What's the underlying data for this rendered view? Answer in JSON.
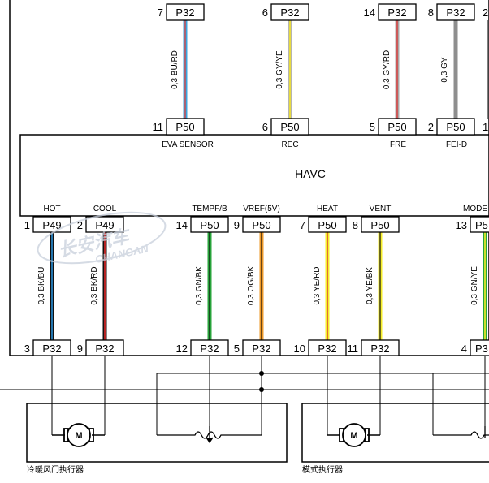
{
  "module": {
    "name": "HAVC",
    "top_signals": [
      "EVA SENSOR",
      "REC",
      "FRE",
      "FEI-D"
    ],
    "bottom_signals": [
      "HOT",
      "COOL",
      "TEMPF/B",
      "VREF(5V)",
      "HEAT",
      "VENT",
      "MODE"
    ]
  },
  "top_wires": [
    {
      "p32_pin": "7",
      "p32": "P32",
      "p50_pin": "11",
      "p50": "P50",
      "label": "0,3 BU/RD",
      "colors": [
        "#3aa6df",
        "#d64545"
      ]
    },
    {
      "p32_pin": "6",
      "p32": "P32",
      "p50_pin": "6",
      "p50": "P50",
      "label": "0,3 GY/YE",
      "colors": [
        "#b4b4b4",
        "#f2e324"
      ]
    },
    {
      "p32_pin": "14",
      "p32": "P32",
      "p50_pin": "5",
      "p50": "P50",
      "label": "0,3 GY/RD",
      "colors": [
        "#a8a8a8",
        "#d64545"
      ]
    },
    {
      "p32_pin": "8",
      "p32": "P32",
      "p50_pin": "2",
      "p50": "P50",
      "label": "0,3 GY",
      "colors": [
        "#8e8e8e",
        "#8e8e8e"
      ]
    },
    {
      "p32_pin": "2",
      "p32": "",
      "p50_pin": "1",
      "p50": ""
    }
  ],
  "bottom_wires": [
    {
      "top_pin": "1",
      "top_conn": "P49",
      "bot_pin": "3",
      "bot_conn": "P32",
      "label": "0,3 BK/BU",
      "colors": [
        "#111111",
        "#2a8fd6"
      ]
    },
    {
      "top_pin": "2",
      "top_conn": "P49",
      "bot_pin": "9",
      "bot_conn": "P32",
      "label": "0,3 BK/RD",
      "colors": [
        "#111111",
        "#b52323"
      ]
    },
    {
      "top_pin": "14",
      "top_conn": "P50",
      "bot_pin": "12",
      "bot_conn": "P32",
      "label": "0,3 GN/BK",
      "colors": [
        "#27a33a",
        "#111111"
      ]
    },
    {
      "top_pin": "9",
      "top_conn": "P50",
      "bot_pin": "5",
      "bot_conn": "P32",
      "label": "0,3 OG/BK",
      "colors": [
        "#ee9a2a",
        "#111111"
      ]
    },
    {
      "top_pin": "7",
      "top_conn": "P50",
      "bot_pin": "10",
      "bot_conn": "P32",
      "label": "0,3 YE/RD",
      "colors": [
        "#f6ee2a",
        "#d63a3a"
      ]
    },
    {
      "top_pin": "8",
      "top_conn": "P50",
      "bot_pin": "11",
      "bot_conn": "P32",
      "label": "0,3 YE/BK",
      "colors": [
        "#f6ee2a",
        "#111111"
      ]
    },
    {
      "top_pin": "13",
      "top_conn": "P5",
      "bot_pin": "4",
      "bot_conn": "P3",
      "label": "0,3 GN/YE",
      "colors": [
        "#27a33a",
        "#f6ee2a"
      ]
    }
  ],
  "actuators": [
    {
      "label": "冷暖风门执行器",
      "motor": "M"
    },
    {
      "label": "模式执行器",
      "motor": "M"
    }
  ],
  "watermark": {
    "line1": "长安汽车",
    "line2": "CHANGAN"
  }
}
